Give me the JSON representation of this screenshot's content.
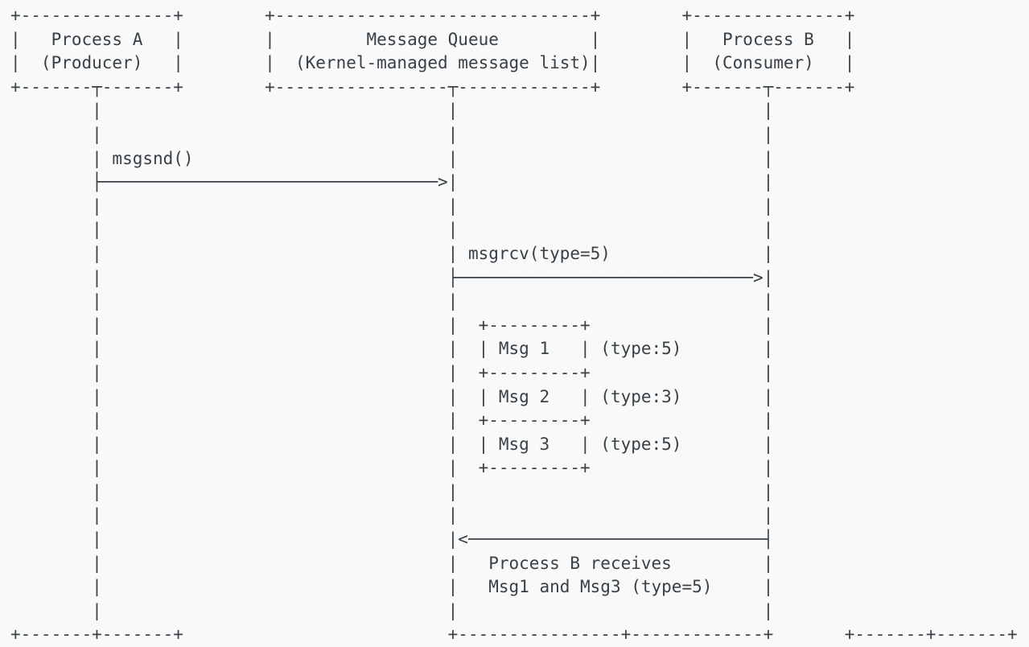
{
  "page": {
    "background_color": "#f8f9fa",
    "text_color": "#3c4043"
  },
  "semantics": {
    "actors": [
      {
        "name": "Process A",
        "role": "(Producer)"
      },
      {
        "name": "Message Queue",
        "role": "(Kernel-managed message list)"
      },
      {
        "name": "Process B",
        "role": "(Consumer)"
      }
    ],
    "calls": [
      {
        "label": "msgsnd()",
        "from": "Process A",
        "to": "Message Queue"
      },
      {
        "label": "msgrcv(type=5)",
        "from": "Message Queue",
        "to": "Process B"
      }
    ],
    "queue_messages": [
      {
        "label": "Msg 1",
        "type": "(type:5)"
      },
      {
        "label": "Msg 2",
        "type": "(type:3)"
      },
      {
        "label": "Msg 3",
        "type": "(type:5)"
      }
    ],
    "result_note": [
      "Process B receives",
      "Msg1 and Msg3 (type=5)"
    ]
  },
  "diagram": {
    "lines": [
      "+---------------+        +-------------------------------+        +---------------+",
      "|   Process A   |        |         Message Queue         |        |   Process B   |",
      "|  (Producer)   |        |  (Kernel-managed message list)|        |  (Consumer)   |",
      "+-------┬-------+        +-----------------┬-------------+        +-------┬-------+",
      "        |                                  |                              |",
      "        |                                  |                              |",
      "        | msgsnd()                         |                              |",
      "        ├─────────────────────────────────>|                              |",
      "        |                                  |                              |",
      "        |                                  |                              |",
      "        |                                  | msgrcv(type=5)               |",
      "        |                                  ├─────────────────────────────>|",
      "        |                                  |                              |",
      "        |                                  |  +---------+                 |",
      "        |                                  |  | Msg 1   | (type:5)        |",
      "        |                                  |  +---------+                 |",
      "        |                                  |  | Msg 2   | (type:3)        |",
      "        |                                  |  +---------+                 |",
      "        |                                  |  | Msg 3   | (type:5)        |",
      "        |                                  |  +---------+                 |",
      "        |                                  |                              |",
      "        |                                  |                              |",
      "        |                                  |<─────────────────────────────┤",
      "        |                                  |   Process B receives         |",
      "        |                                  |   Msg1 and Msg3 (type=5)     |",
      "        |                                  |                              |",
      "+-------+-------+                          +----------------+-------------+       +-------+-------+"
    ]
  }
}
